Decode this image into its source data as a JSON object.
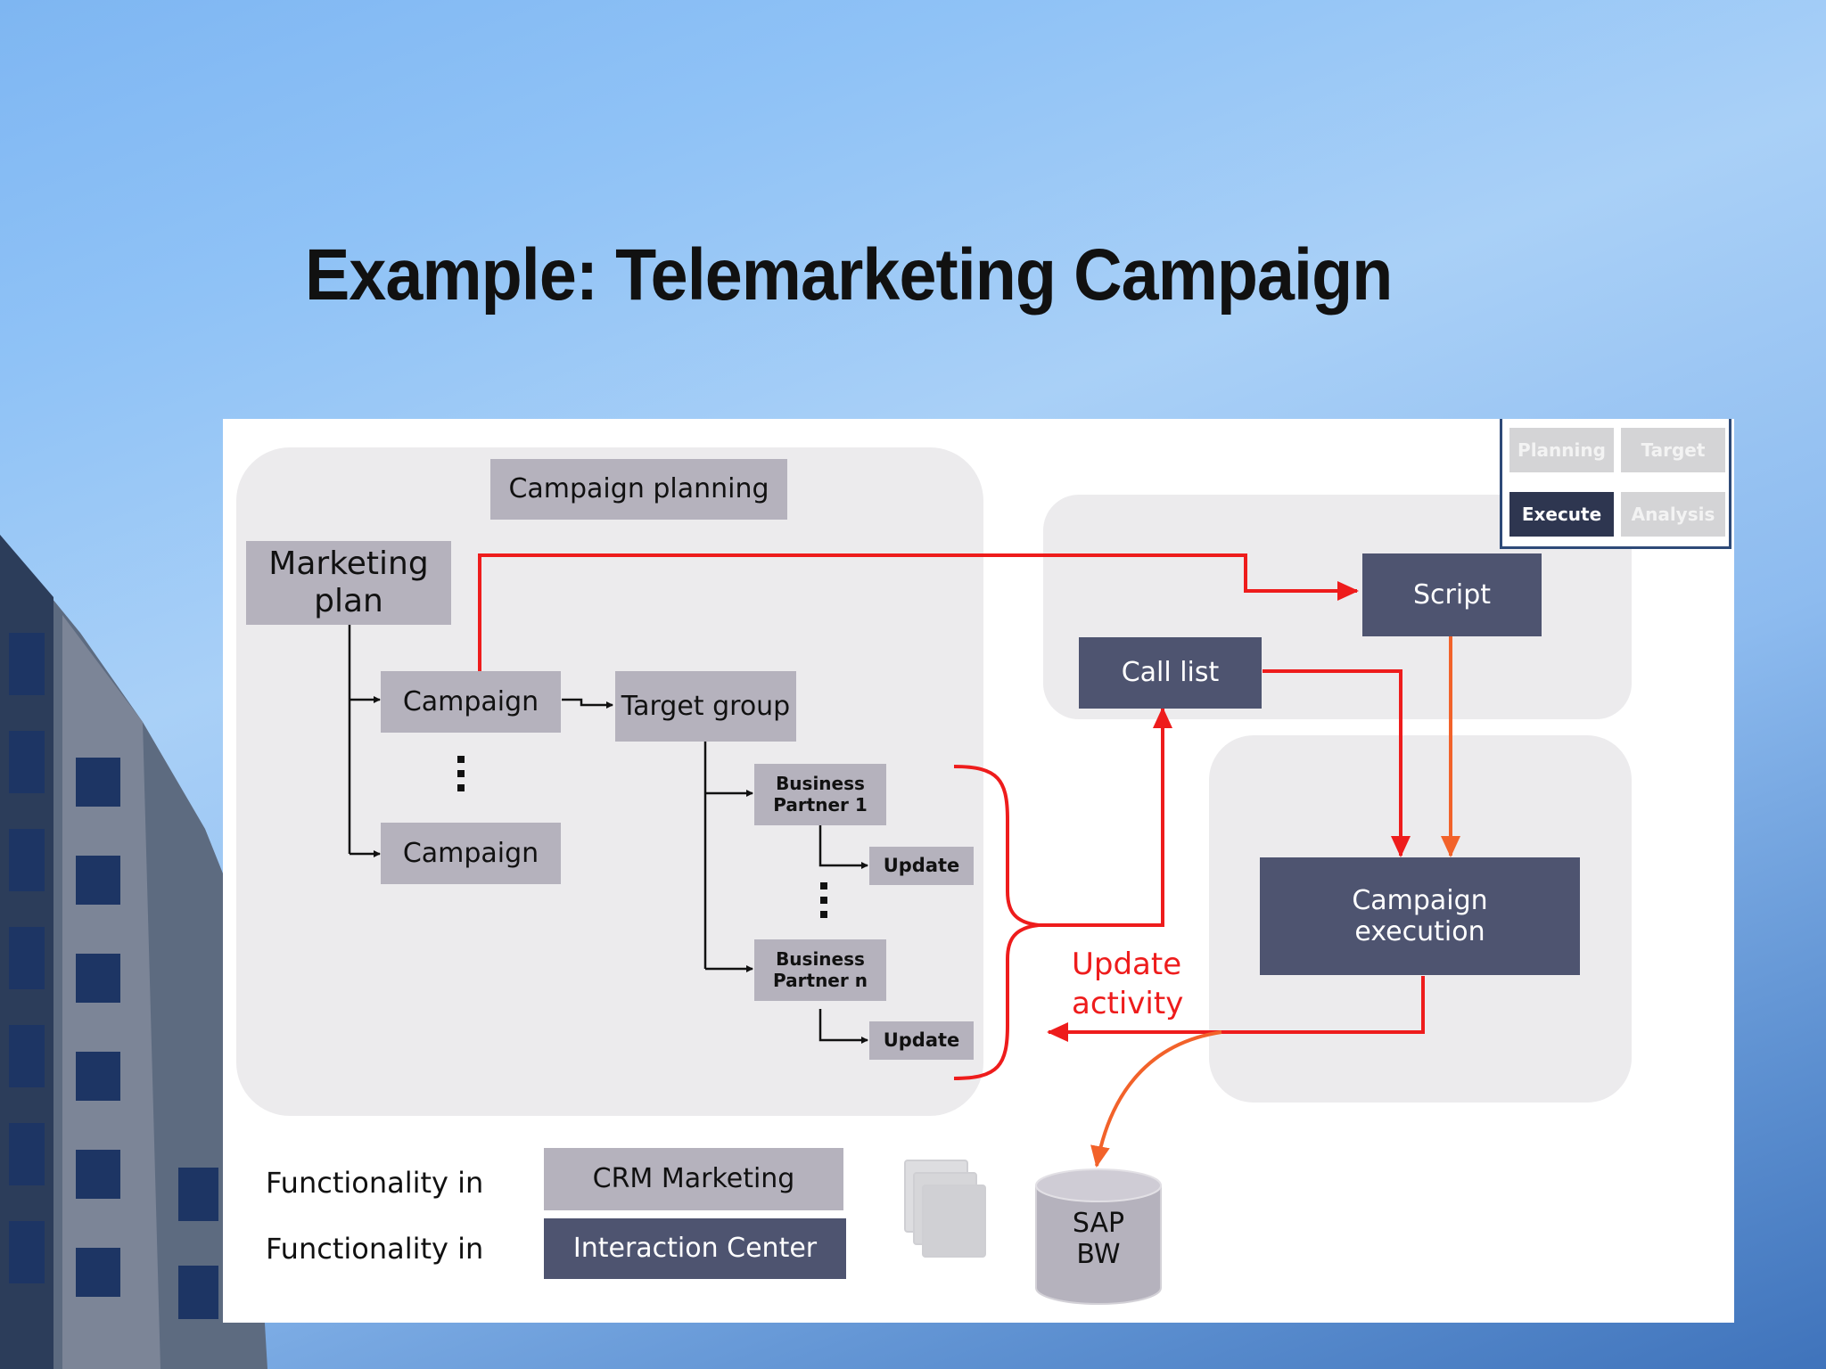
{
  "slide": {
    "title": "Example: Telemarketing Campaign"
  },
  "stages": {
    "planning": "Planning",
    "target": "Target",
    "execute": "Execute",
    "analysis": "Analysis"
  },
  "boxes": {
    "campaign_planning": "Campaign planning",
    "marketing_plan": "Marketing plan",
    "campaign": "Campaign",
    "target_group": "Target group",
    "business_partner_1": "Business Partner 1",
    "business_partner_n": "Business Partner n",
    "update": "Update",
    "call_list": "Call list",
    "script": "Script",
    "campaign_execution": "Campaign execution",
    "sap_bw": "SAP BW"
  },
  "labels": {
    "update_activity": "Update activity"
  },
  "legend": {
    "row1_label": "Functionality in",
    "row1_value": "CRM Marketing",
    "row2_label": "Functionality in",
    "row2_value": "Interaction Center"
  },
  "colors": {
    "light_box": "#b5b2bd",
    "dark_box": "#4e5470",
    "red_arrow": "#ee1c1c",
    "orange_arrow": "#f2622a"
  }
}
